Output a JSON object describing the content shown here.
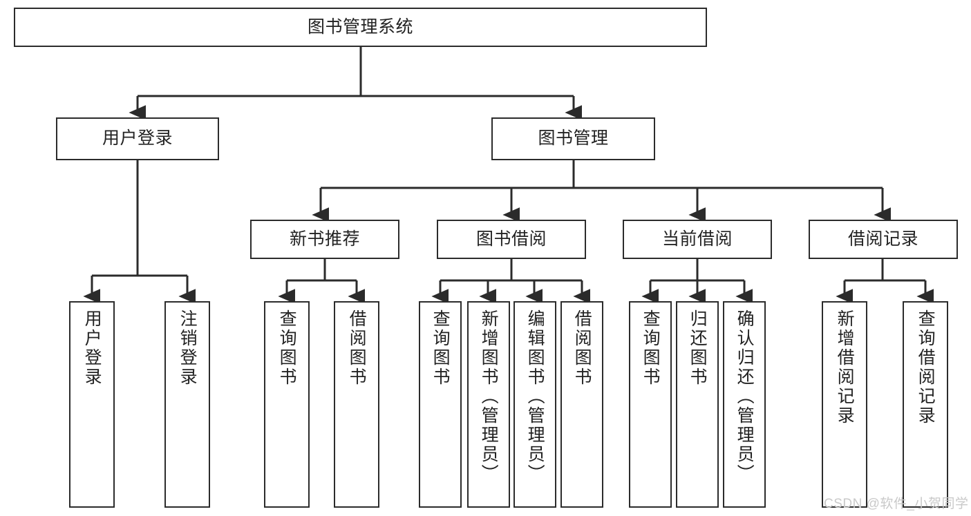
{
  "diagram": {
    "title": "图书管理系统",
    "type": "tree-hierarchy-chart",
    "root": {
      "label": "图书管理系统"
    },
    "level2": [
      {
        "label": "用户登录"
      },
      {
        "label": "图书管理"
      }
    ],
    "level3": [
      {
        "label": "新书推荐"
      },
      {
        "label": "图书借阅"
      },
      {
        "label": "当前借阅"
      },
      {
        "label": "借阅记录"
      }
    ],
    "leaves": {
      "user_login": [
        {
          "label": "用户登录"
        },
        {
          "label": "注销登录"
        }
      ],
      "new_book": [
        {
          "label": "查询图书"
        },
        {
          "label": "借阅图书"
        }
      ],
      "book_borrow": [
        {
          "label": "查询图书"
        },
        {
          "label": "新增图书（管理员）"
        },
        {
          "label": "编辑图书（管理员）"
        },
        {
          "label": "借阅图书"
        }
      ],
      "current_borrow": [
        {
          "label": "查询图书"
        },
        {
          "label": "归还图书"
        },
        {
          "label": "确认归还（管理员）"
        }
      ],
      "borrow_record": [
        {
          "label": "新增借阅记录"
        },
        {
          "label": "查询借阅记录"
        }
      ]
    }
  },
  "watermark": {
    "text": "CSDN @软件_小贺同学"
  },
  "colors": {
    "stroke": "#2b2b2b",
    "fill": "#ffffff",
    "text": "#222222",
    "watermark": "#c9c9c9"
  }
}
